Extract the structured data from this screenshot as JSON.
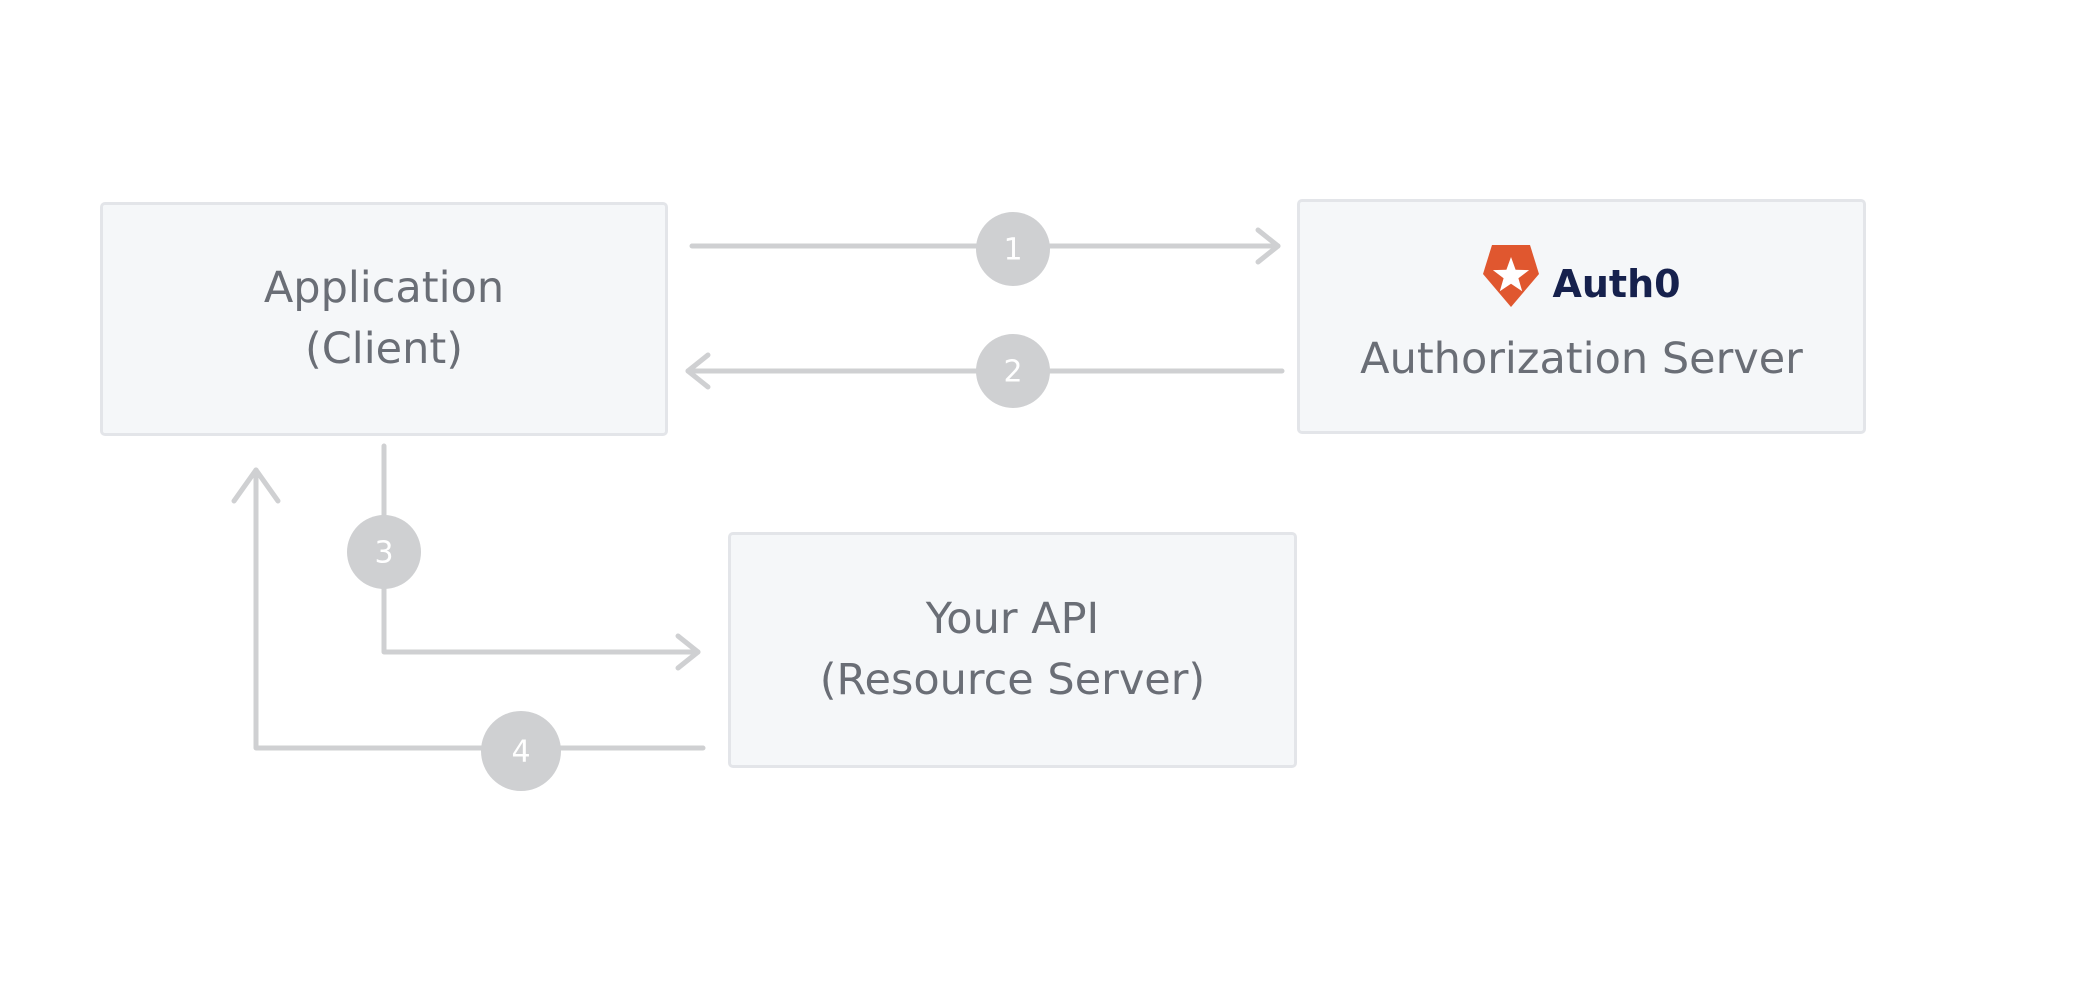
{
  "nodes": {
    "client": {
      "line1": "Application",
      "line2": "(Client)"
    },
    "auth": {
      "brand": "Auth0",
      "line1": "Authorization Server"
    },
    "api": {
      "line1": "Your API",
      "line2": "(Resource Server)"
    }
  },
  "steps": [
    "1",
    "2",
    "3",
    "4"
  ],
  "icons": {
    "brand": "auth0-shield-star-icon"
  },
  "colors": {
    "connector": "#cfd0d2",
    "box_fill": "#f5f7f9",
    "box_border": "#e3e5e9",
    "text": "#6a6e76",
    "brand_orange": "#e0572f",
    "brand_navy": "#16214d"
  }
}
